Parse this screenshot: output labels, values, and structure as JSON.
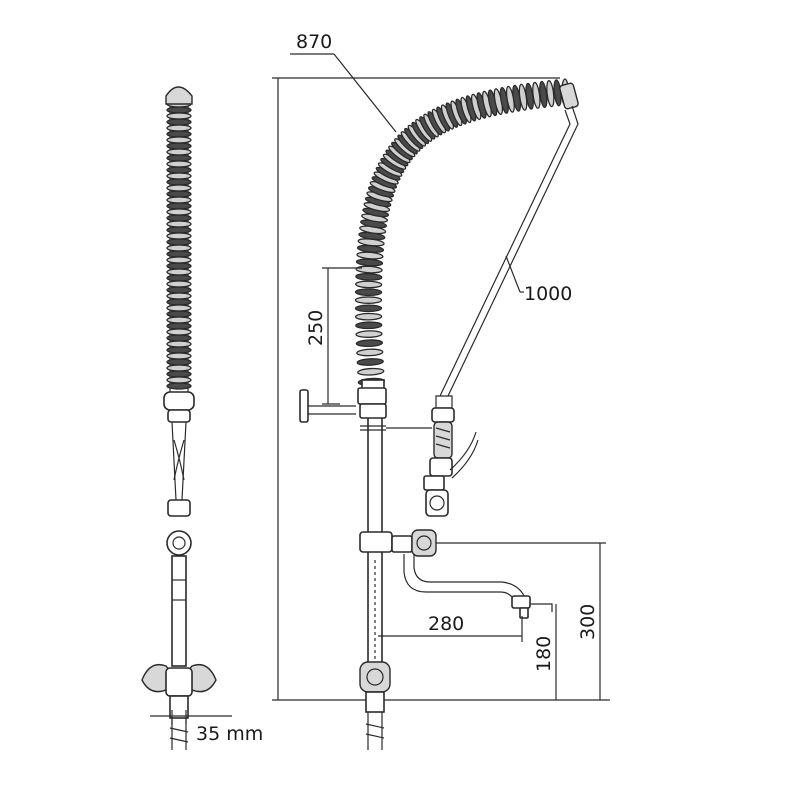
{
  "dimensions": {
    "hose_length": "870",
    "arm_length": "1000",
    "spring_height": "250",
    "spout_reach": "280",
    "spout_height": "180",
    "inlet_height": "300",
    "base_width": "35 mm"
  },
  "colors": {
    "line": "#2a2a2a",
    "coil_light": "#d0d0d0",
    "coil_dark": "#4a4a4a",
    "background": "#ffffff"
  }
}
